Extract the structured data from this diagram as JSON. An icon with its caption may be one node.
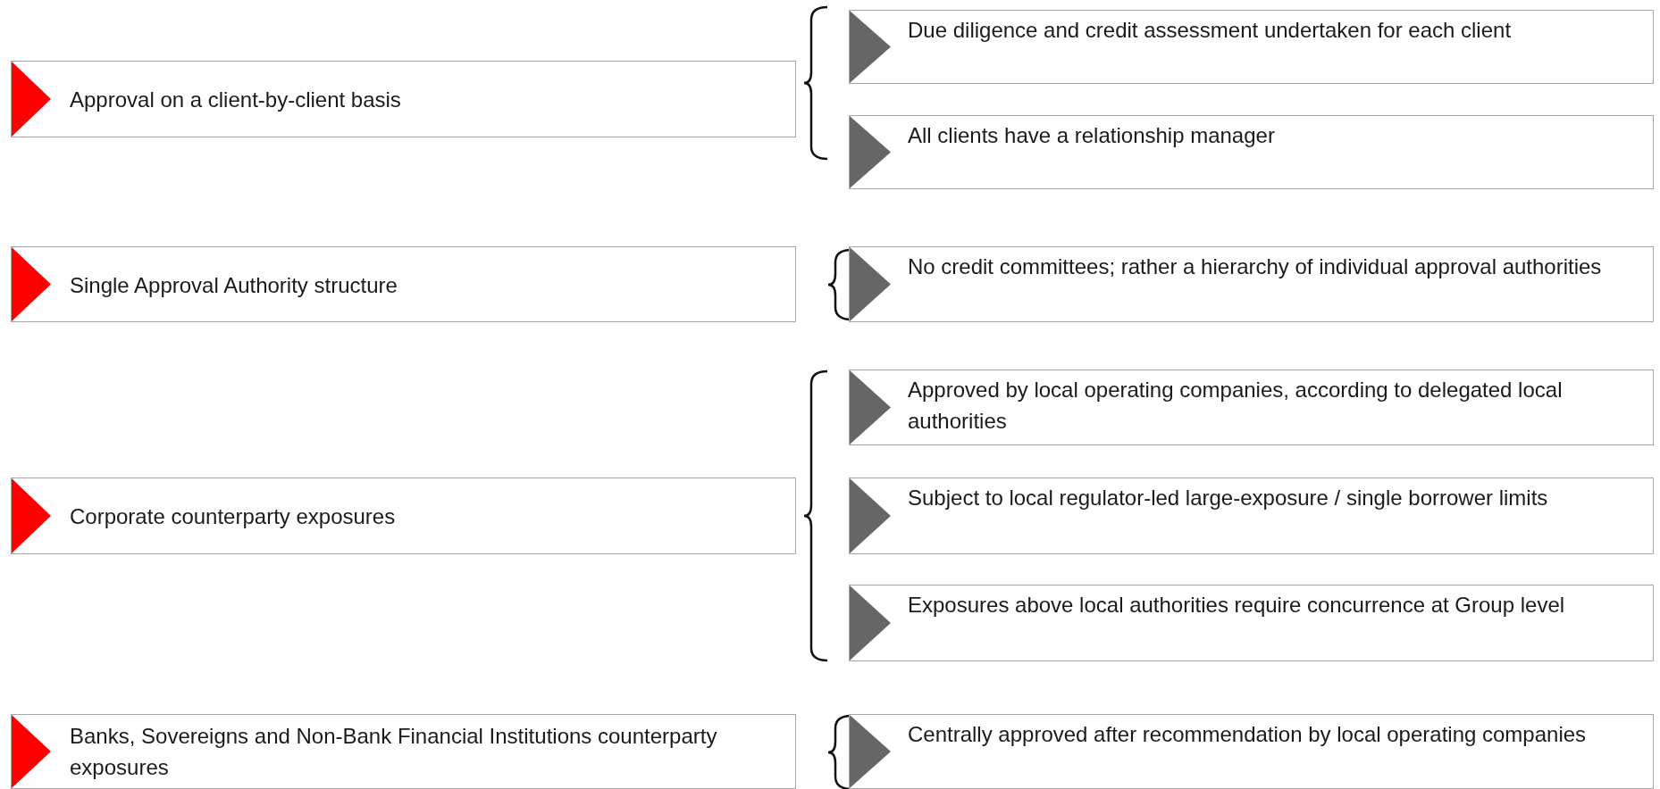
{
  "diagram": {
    "nodes": [
      {
        "text": [
          "Approval on a client-by-client basis"
        ]
      },
      {
        "text": [
          "Due diligence and credit assessment undertaken for each client"
        ]
      },
      {
        "text": [
          "All clients have a relationship manager"
        ]
      },
      {
        "text": [
          "Single Approval Authority structure"
        ]
      },
      {
        "text": [
          "No credit committees; rather a hierarchy of individual approval authorities"
        ]
      },
      {
        "text": [
          "Corporate counterparty exposures"
        ]
      },
      {
        "text": [
          "Approved by local operating companies, according to delegated local authorities"
        ]
      },
      {
        "text": [
          "Subject to local regulator-led large-exposure / single borrower limits"
        ]
      },
      {
        "text": [
          "Exposures above local authorities require concurrence at Group level"
        ]
      },
      {
        "text": [
          "Banks, Sovereigns and Non-Bank Financial Institutions counterparty exposures"
        ]
      },
      {
        "text": [
          "Centrally approved after recommendation by local operating companies"
        ]
      }
    ]
  }
}
